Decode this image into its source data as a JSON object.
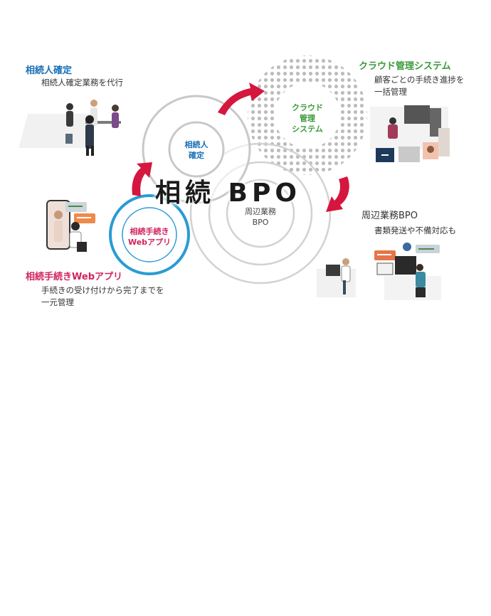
{
  "title": "相続 BPO",
  "circles": {
    "heir": "相続人\n確定",
    "cloud": "クラウド\n管理\nシステム",
    "peripheral": "周辺業務\nBPO",
    "webapp": "相続手続き\nWebアプリ"
  },
  "sections": {
    "heir": {
      "heading": "相続人確定",
      "desc": "相続人確定業務を代行"
    },
    "cloud": {
      "heading": "クラウド管理システム",
      "desc_lines": [
        "顧客ごとの手続き進捗を",
        "一括管理"
      ]
    },
    "peripheral": {
      "heading": "周辺業務BPO",
      "desc": "書類発送や不備対応も"
    },
    "webapp": {
      "heading": "相続手続きWebアプリ",
      "desc_lines": [
        "手続きの受け付けから完了までを",
        "一元管理"
      ]
    }
  },
  "colors": {
    "blue": "#1a6fb5",
    "green": "#3a9a3a",
    "magenta": "#d0245c",
    "gray_ring": "#cccccc",
    "arrow": "#d5163f",
    "webapp_ring": "#2a9bd4"
  }
}
